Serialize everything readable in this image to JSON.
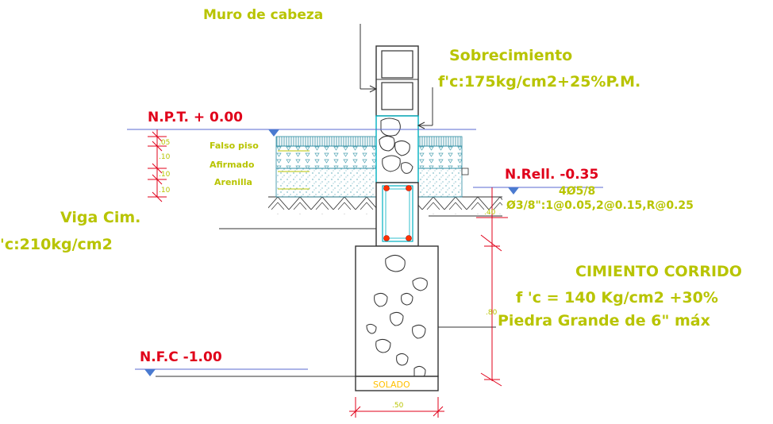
{
  "labels": {
    "muro": "Muro de cabeza",
    "sobrecimiento": "Sobrecimiento",
    "sobrecimiento_spec": "f'c:175kg/cm2+25%P.M.",
    "npt": "N.P.T. + 0.00",
    "falso_piso": "Falso piso",
    "afirmado": "Afirmado",
    "arenilla": "Arenilla",
    "nrell": "N.Rell. -0.35",
    "rebar_main": "4Ø5/8",
    "rebar_stirrups": "Ø3/8\":1@0.05,2@0.15,R@0.25",
    "viga": "Viga Cim.",
    "viga_spec": "'c:210kg/cm2",
    "cimiento": "CIMIENTO CORRIDO",
    "cimiento_spec1": "f 'c = 140  Kg/cm2 +30%",
    "cimiento_spec2": "Piedra Grande de 6\" máx",
    "nfc": "N.F.C -1.00",
    "solado": "SOLADO"
  },
  "dimensions": {
    "layer1": ".05",
    "layer2": ".10",
    "layer3": ".10",
    "layer4": ".10",
    "viga_height": ".40",
    "cimiento_height": ".80",
    "cimiento_width": ".50"
  },
  "colors": {
    "label_yellow": "#b8c400",
    "label_red": "#e0001a",
    "line_cyan": "#00b0c0",
    "line_dark": "#222222",
    "rebar": "#ff3300"
  }
}
